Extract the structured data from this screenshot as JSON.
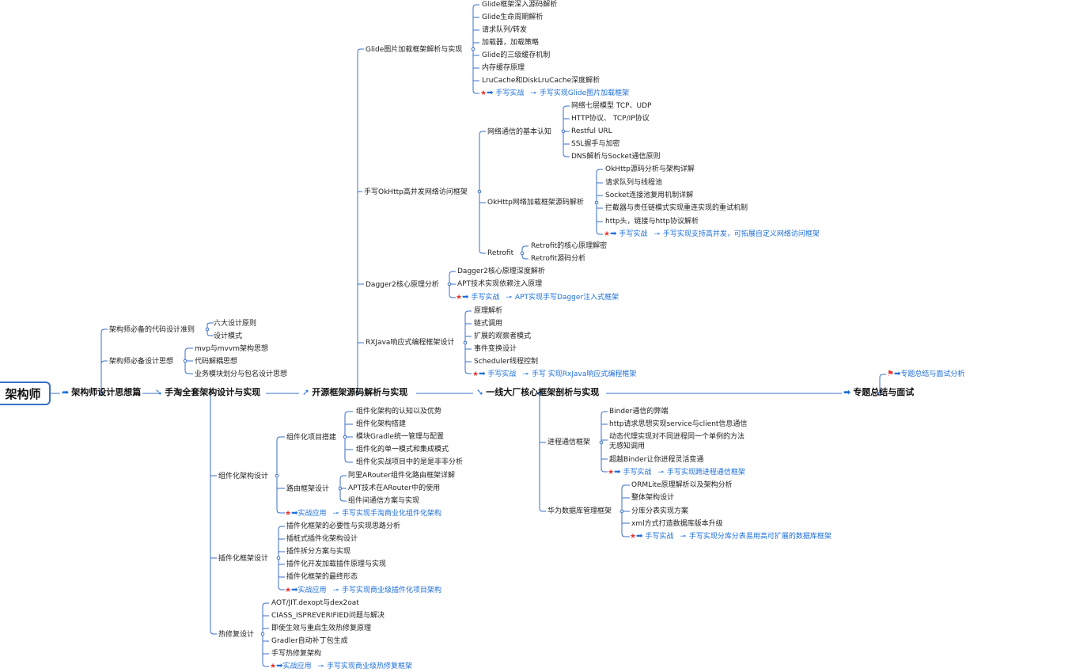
{
  "root": "架构师",
  "main": [
    "架构师设计思想篇",
    "手淘全套架构设计与实现",
    "开源框架源码解析与实现",
    "一线大厂核心框架剖析与实现",
    "专题总结与面试"
  ],
  "arch": {
    "g1": "架构师必备的代码设计准则",
    "g1_items": [
      "六大设计原则",
      "设计模式"
    ],
    "g2": "架构师必备设计思想",
    "g2_items": [
      "mvp与mvvm架构思想",
      "代码解耦思想",
      "业务模块划分与包名设计思想"
    ]
  },
  "glide": {
    "title": "Glide图片加载框架解析与实现",
    "items": [
      "Glide框架深入源码解析",
      "Glide生命周期解析",
      "请求队列/转发",
      "加载器，加载策略",
      "Glide的三级缓存机制",
      "内存缓存原理",
      "LruCache和DiskLruCache深度解析"
    ],
    "action": "手写实战",
    "action_target": "手写实现Glide图片加载框架"
  },
  "okhttp": {
    "title": "手写OkHttp高并发网络访问框架",
    "net": "网络通信的基本认知",
    "net_items": [
      "网络七层模型 TCP、UDP",
      "HTTP协议、 TCP/IP协议",
      "Restful URL",
      "SSL握手与加密",
      "DNS解析与Socket通信原则"
    ],
    "src": "OkHttp网络加载框架源码解析",
    "src_items": [
      "OkHttp源码分析与架构详解",
      "请求队列与线程池",
      "Socket连接池复用机制详解",
      "拦截器与责任链模式实现重连实现的重试机制",
      "http头，链接与http协议解析"
    ],
    "action": "手写实战",
    "action_target": "手写实现支持高并发，可拓展自定义网络访问框架",
    "retrofit": "Retrofit",
    "retrofit_items": [
      "Retrofit的核心原理解密",
      "Retrofit源码分析"
    ]
  },
  "dagger": {
    "title": "Dagger2核心原理分析",
    "items": [
      "Dagger2核心原理深度解析",
      "APT技术实现依赖注入原理"
    ],
    "action": "手写实战",
    "action_target": "APT实现手写Dagger注入式框架"
  },
  "rx": {
    "title": "RXJava响应式编程框架设计",
    "items": [
      "原理解析",
      "链式调用",
      "扩展的观察者模式",
      "事件变换设计",
      "Scheduler线程控制"
    ],
    "action": "手写实战",
    "action_target": "手写 实现RxJava响应式编程框架"
  },
  "summary": {
    "item": "专题总结与面试分析"
  },
  "comp": {
    "title": "组件化架构设计",
    "proj": "组件化项目搭建",
    "proj_items": [
      "组件化架构的认知以及优势",
      "组件化架构搭建",
      "模块Gradle统一管理与配置",
      "组件化的单一模式和集成模式",
      "组件化实战项目中的是是非非分析"
    ],
    "route": "路由框架设计",
    "route_items": [
      "阿里ARouter组件化路由框架详解",
      "APT技术在ARouter中的使用",
      "组件间通信方案与实现"
    ],
    "action": "实战应用",
    "action_target": "手写实现手淘商业化组件化架构"
  },
  "plugin": {
    "title": "插件化框架设计",
    "items": [
      "插件化框架的必要性与实现思路分析",
      "插桩式插件化架构设计",
      "插件拆分方案与实现",
      "插件化开发加载插件原理与实现",
      "插件化框架的最终形态"
    ],
    "action": "实战应用",
    "action_target": "手写实现商业级插件化项目架构"
  },
  "hotfix": {
    "title": "热修复设计",
    "items": [
      "AOT/JIT.dexopt与dex2oat",
      "CIASS_ISPREVERIFIED问题与解决",
      "即使生效与重启生效热修复原理",
      "Gradler自动补丁包生成",
      "手写热修复架构"
    ],
    "action": "实战应用",
    "action_target": "手写实现商业级热修复框架"
  },
  "ipc": {
    "title": "进程通信框架",
    "items": [
      "Binder通信的弊端",
      "http请求思想实现service与client信息通信",
      "动态代理实现对不同进程同一个单例的方法无感知调用",
      "超越Binder让你进程灵活变通"
    ],
    "action": "手写实战",
    "action_target": "手写实现跨进程通信框架"
  },
  "db": {
    "title": "华为数据库管理框架",
    "items": [
      "ORMLite原理解析以及架构分析",
      "整体架构设计",
      "分库分表实现方案",
      "xml方式打造数据库版本升级"
    ],
    "action": "手写实战",
    "action_target": "手写实现分库分表易用高可扩展的数据库框架"
  },
  "colors": {
    "line": "#3b6fc8",
    "accent": "#1e6fd9",
    "star": "#e53935"
  }
}
